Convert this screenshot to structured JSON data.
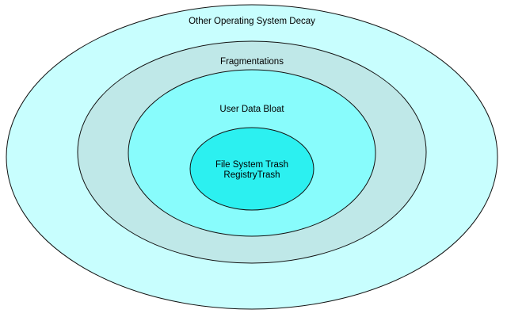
{
  "diagram": {
    "layers": [
      {
        "label": "Other Operating System Decay",
        "fill": "#c8fefe"
      },
      {
        "label": "Fragmentations",
        "fill": "#bfe8e8"
      },
      {
        "label": "User Data Bloat",
        "fill": "#88fcfc"
      },
      {
        "label_line1": "File System Trash",
        "label_line2": "RegistryTrash",
        "fill": "#2cf0f0"
      }
    ],
    "stroke": "#111111"
  }
}
